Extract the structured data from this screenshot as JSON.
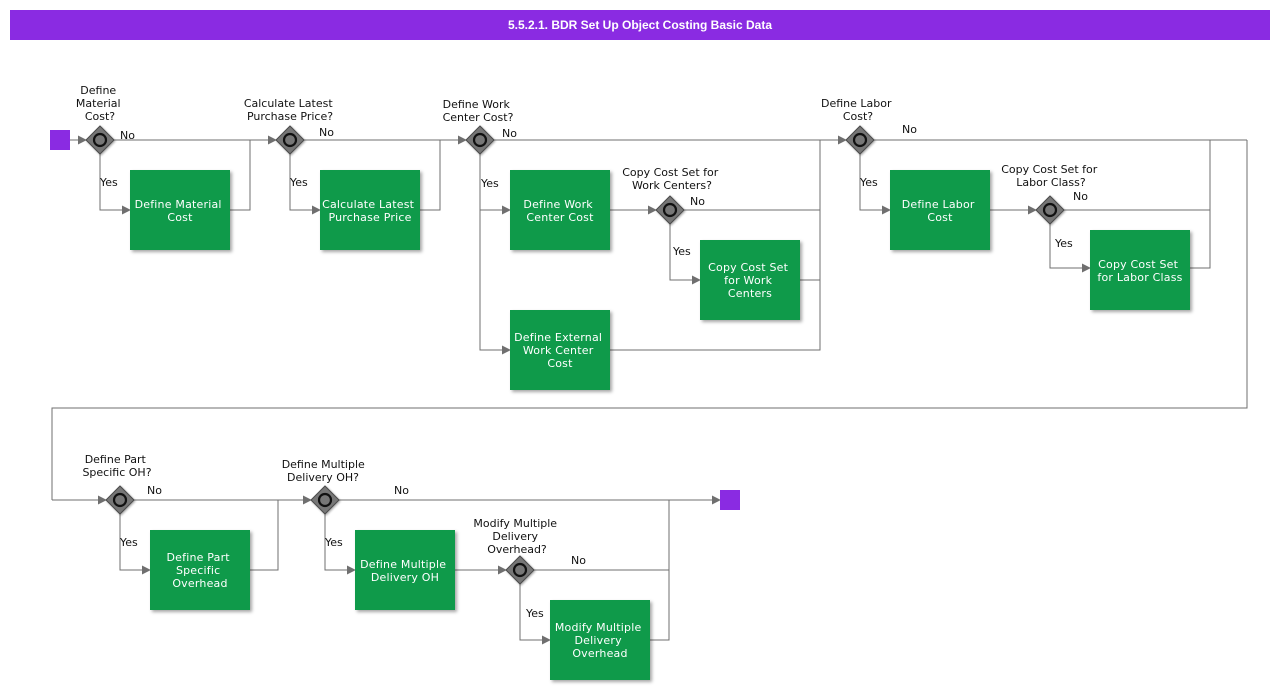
{
  "title": "5.5.2.1. BDR Set Up Object Costing Basic Data",
  "gateways": {
    "material": [
      "Define",
      "Material",
      "Cost?"
    ],
    "purchase": [
      "Calculate Latest",
      "Purchase Price?"
    ],
    "work_center": [
      "Define Work",
      "Center Cost?"
    ],
    "copy_wc": [
      "Copy Cost Set for",
      "Work Centers?"
    ],
    "labor": [
      "Define Labor",
      "Cost?"
    ],
    "copy_labor": [
      "Copy Cost Set for",
      "Labor Class?"
    ],
    "part_oh": [
      "Define Part",
      "Specific OH?"
    ],
    "multi_oh": [
      "Define Multiple",
      "Delivery OH?"
    ],
    "modify_oh": [
      "Modify Multiple",
      "Delivery",
      "Overhead?"
    ]
  },
  "tasks": {
    "material": [
      "Define Material",
      "Cost"
    ],
    "purchase": [
      "Calculate Latest",
      "Purchase Price"
    ],
    "work_center": [
      "Define Work",
      "Center Cost"
    ],
    "copy_wc": [
      "Copy Cost Set",
      "for Work",
      "Centers"
    ],
    "external_wc": [
      "Define External",
      "Work Center",
      "Cost"
    ],
    "labor": [
      "Define Labor",
      "Cost"
    ],
    "copy_labor": [
      "Copy Cost Set",
      "for Labor Class"
    ],
    "part_oh": [
      "Define Part",
      "Specific",
      "Overhead"
    ],
    "multi_oh": [
      "Define Multiple",
      "Delivery OH"
    ],
    "modify_oh": [
      "Modify Multiple",
      "Delivery",
      "Overhead"
    ]
  },
  "labels": {
    "yes": "Yes",
    "no": "No"
  },
  "colors": {
    "header": "#8a2be2",
    "task": "#0f9a4a",
    "gateway": "#777777",
    "event": "#8a2be2"
  }
}
